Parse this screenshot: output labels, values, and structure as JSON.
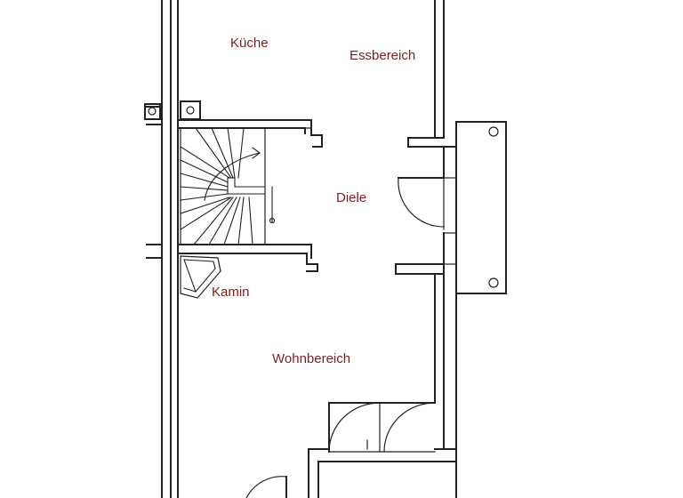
{
  "rooms": {
    "kitchen": "Küche",
    "dining": "Essbereich",
    "hall": "Diele",
    "fireplace": "Kamin",
    "living": "Wohnbereich"
  },
  "label_color": "#7a1f1f",
  "line_color": "#222222"
}
